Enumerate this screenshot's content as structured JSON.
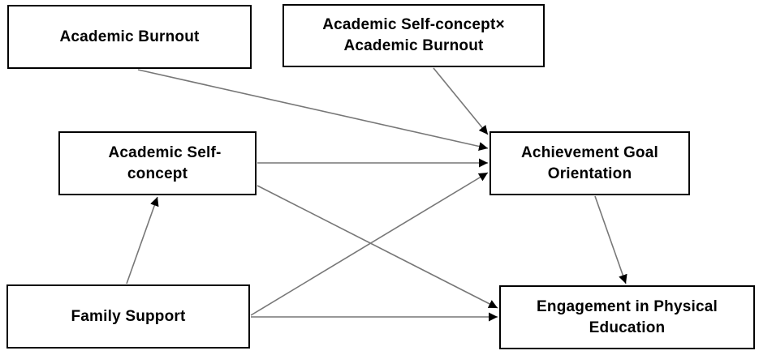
{
  "nodes": {
    "academic_burnout": {
      "lines": [
        "Academic Burnout"
      ]
    },
    "interaction": {
      "lines": [
        "Academic Self-concept×",
        "Academic Burnout"
      ]
    },
    "academic_self_concept": {
      "lines": [
        "Academic Self-",
        "concept"
      ]
    },
    "achievement_goal_orientation": {
      "lines": [
        "Achievement Goal",
        "Orientation"
      ]
    },
    "family_support": {
      "lines": [
        "Family Support"
      ]
    },
    "engagement": {
      "lines": [
        "Engagement in Physical",
        "Education"
      ]
    }
  },
  "edges": [
    {
      "from": "Academic Burnout",
      "to": "Achievement Goal Orientation"
    },
    {
      "from": "Academic Self-concept× Academic Burnout",
      "to": "Achievement Goal Orientation"
    },
    {
      "from": "Academic Self-concept",
      "to": "Achievement Goal Orientation"
    },
    {
      "from": "Family Support",
      "to": "Achievement Goal Orientation"
    },
    {
      "from": "Academic Self-concept",
      "to": "Engagement in Physical Education"
    },
    {
      "from": "Family Support",
      "to": "Engagement in Physical Education"
    },
    {
      "from": "Family Support",
      "to": "Academic Self-concept"
    },
    {
      "from": "Achievement Goal Orientation",
      "to": "Engagement in Physical Education"
    }
  ],
  "colors": {
    "line": "#777777",
    "arrowhead": "#000000",
    "border": "#000000"
  }
}
